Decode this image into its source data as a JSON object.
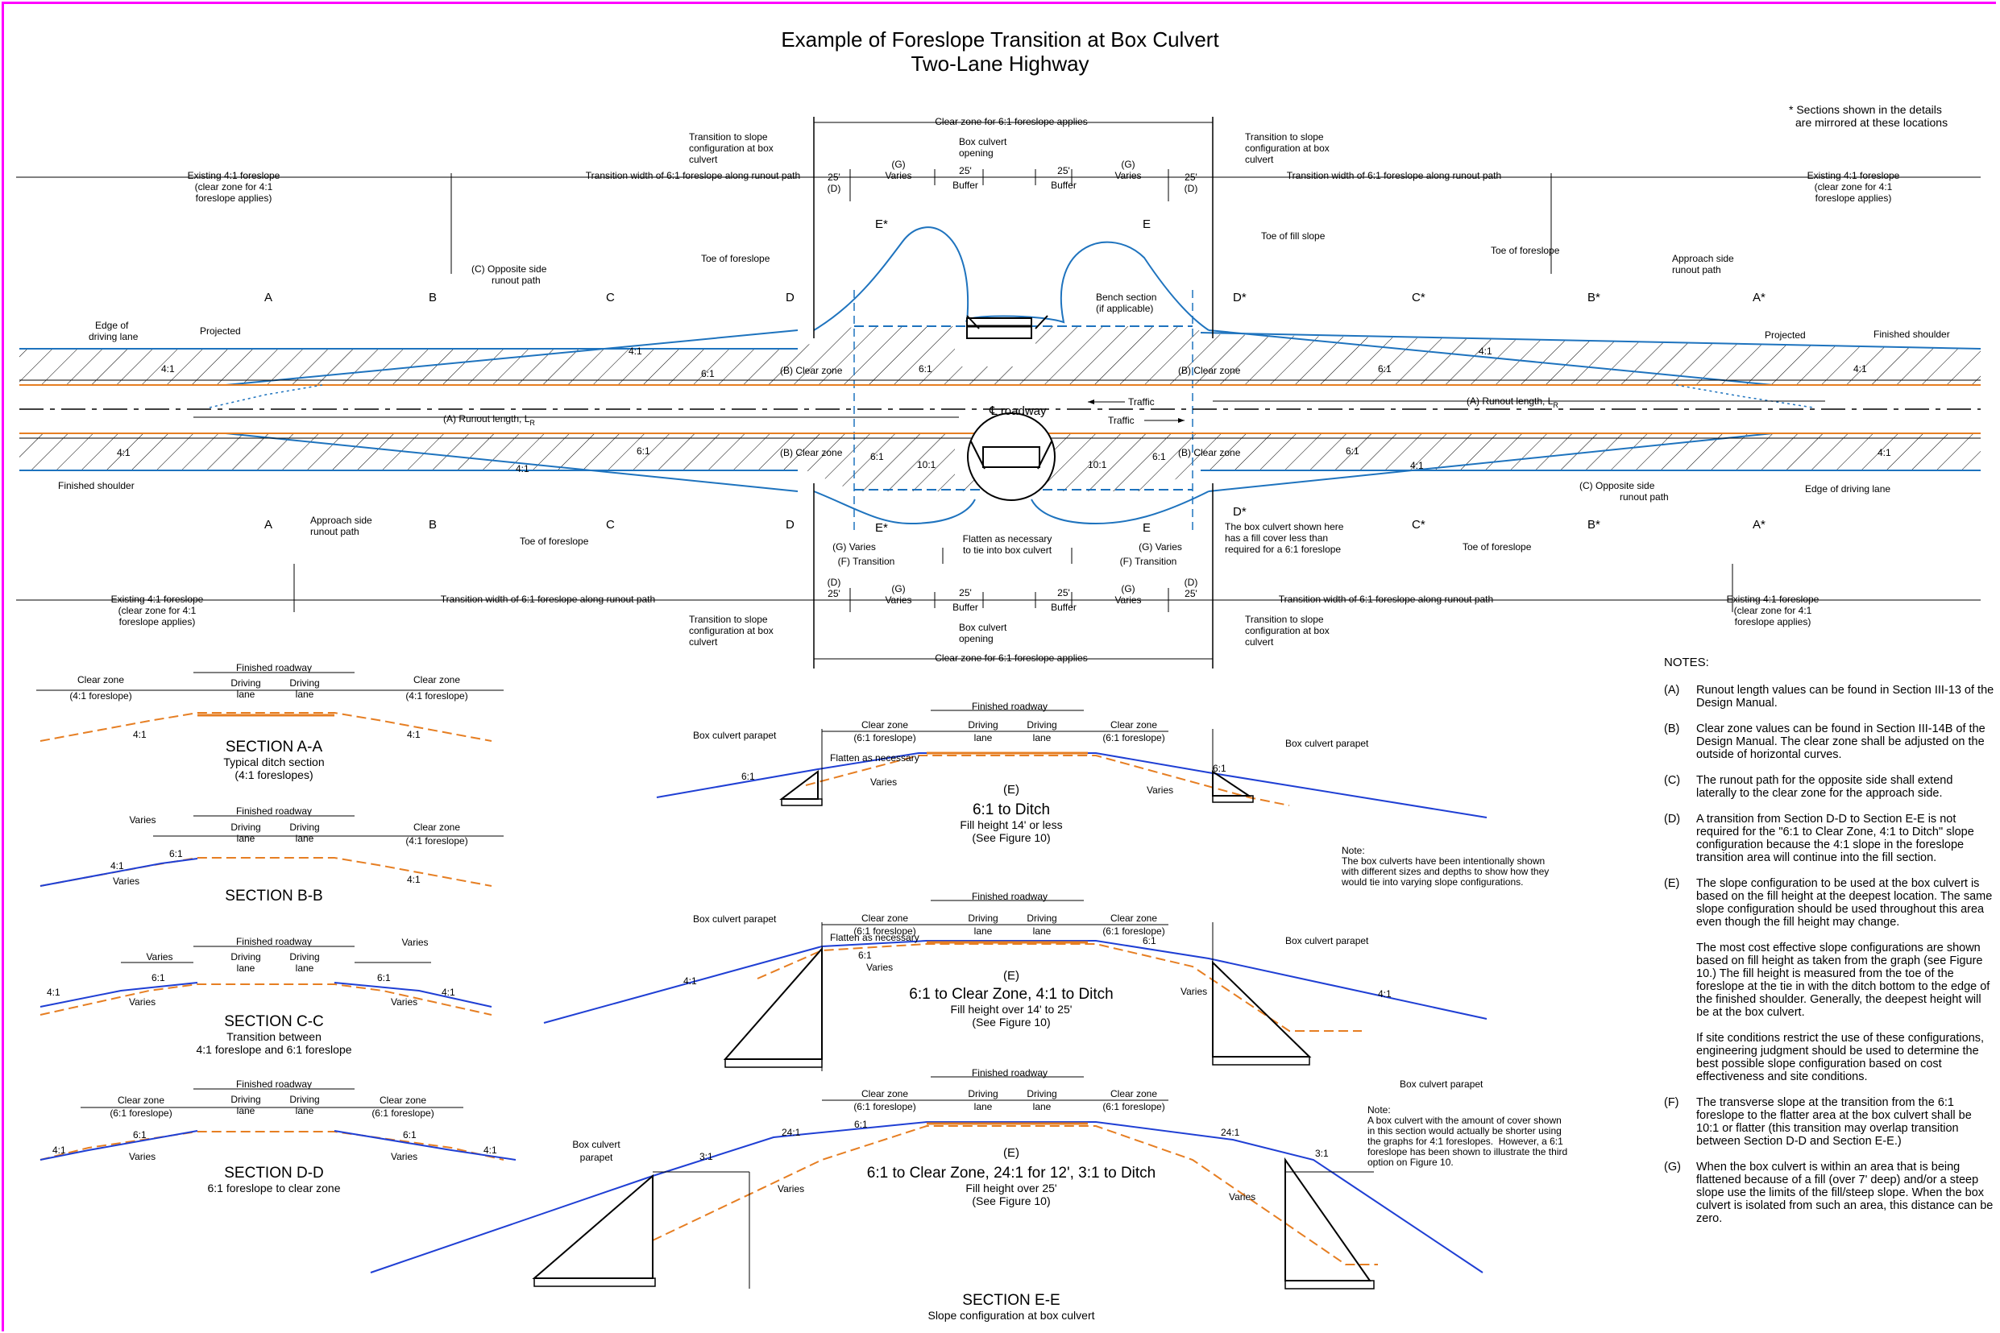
{
  "title": {
    "line1": "Example of Foreslope Transition at Box Culvert",
    "line2": "Two-Lane Highway"
  },
  "asterisk_note": {
    "line1": "* Sections shown in the details",
    "line2": "are mirrored at these locations"
  },
  "plan": {
    "clear_zone_61": "Clear zone for 6:1 foreslope applies",
    "transition_box": [
      "Transition to slope",
      "configuration at box",
      "culvert"
    ],
    "box_opening": [
      "Box culvert",
      "opening"
    ],
    "existing_41": [
      "Existing 4:1 foreslope",
      "(clear zone for 4:1",
      "foreslope applies)"
    ],
    "transition_width": "Transition width of 6:1 foreslope along runout path",
    "d25": "25'",
    "d_label": "(D)",
    "g_label": "(G)",
    "varies": "Varies",
    "buffer": "Buffer",
    "edge_of_driving_lane": [
      "Edge of",
      "driving lane"
    ],
    "edge_of_driving_lane_1": "Edge of driving lane",
    "projected": "Projected",
    "finished_shoulder": "Finished shoulder",
    "opposite_side": [
      "(C)  Opposite side",
      "runout path"
    ],
    "toe_of_foreslope": "Toe of foreslope",
    "toe_of_fill_slope": "Toe of fill slope",
    "bench_section": [
      "Bench section",
      "(if applicable)"
    ],
    "approach_side": [
      "Approach side",
      "runout path"
    ],
    "clear_zone_b": "(B) Clear zone",
    "runout_length": "(A) Runout length, L",
    "runout_sub": "R",
    "cl_roadway": "roadway",
    "traffic": "Traffic",
    "ratio_41": "4:1",
    "ratio_61": "6:1",
    "ratio_101": "10:1",
    "flatten": [
      "Flatten as necessary",
      "to tie into box culvert"
    ],
    "f_transition": "(F) Transition",
    "g_varies": "(G) Varies",
    "box_note": [
      "The box culvert shown here",
      "has a fill cover less than",
      "required for a 6:1 foreslope"
    ],
    "sec_markers": {
      "A": "A",
      "B": "B",
      "C": "C",
      "D": "D",
      "E": "E",
      "Estar": "E*",
      "Dstar": "D*",
      "Cstar": "C*",
      "Bstar": "B*",
      "Astar": "A*"
    }
  },
  "sections": {
    "clear_zone": "Clear zone",
    "cz_41": "(4:1 foreslope)",
    "cz_61": "(6:1 foreslope)",
    "finished_roadway": "Finished roadway",
    "driving": "Driving",
    "lane": "lane",
    "varies": "Varies",
    "aa": {
      "title": "SECTION A-A",
      "sub1": "Typical ditch section",
      "sub2": "(4:1 foreslopes)"
    },
    "bb": {
      "title": "SECTION B-B"
    },
    "cc": {
      "title": "SECTION C-C",
      "sub1": "Transition between",
      "sub2": "4:1 foreslope and 6:1 foreslope"
    },
    "dd": {
      "title": "SECTION D-D",
      "sub1": "6:1 foreslope to clear zone"
    },
    "e1": {
      "label": "(E)",
      "title": "6:1 to Ditch",
      "sub1": "Fill height 14' or less",
      "sub2": "(See Figure 10)"
    },
    "e2": {
      "label": "(E)",
      "title": "6:1 to Clear Zone, 4:1 to Ditch",
      "sub1": "Fill height over 14' to 25'",
      "sub2": "(See Figure 10)"
    },
    "e3": {
      "label": "(E)",
      "title": "6:1 to Clear Zone, 24:1 for 12', 3:1 to Ditch",
      "sub1": "Fill height over 25'",
      "sub2": "(See Figure 10)"
    },
    "ee": {
      "title": "SECTION E-E",
      "sub1": "Slope configuration at box culvert"
    },
    "parapet": "Box culvert parapet",
    "parapet2": [
      "Box culvert",
      "parapet"
    ],
    "flatten": "Flatten as necessary",
    "r31": "3:1",
    "r241": "24:1"
  },
  "mid_note": "Note:\nThe box culverts have been intentionally shown with different sizes and depths to show how they would tie into varying slope configurations.",
  "ee_note": "Note:\nA box culvert with the amount of cover shown in this section would actually be shorter using the graphs for 4:1 foreslopes.  However, a 6:1 foreslope has been shown to illustrate the third option on Figure 10.",
  "notes": {
    "header": "NOTES:",
    "items": [
      {
        "label": "(A)",
        "text": "Runout length values can be found in Section III-13 of the Design Manual."
      },
      {
        "label": "(B)",
        "text": "Clear zone values can be found in Section III-14B of the Design Manual.  The clear zone shall be adjusted on the outside of horizontal curves."
      },
      {
        "label": "(C)",
        "text": "The runout path for the opposite side shall extend laterally to the clear zone for the approach side."
      },
      {
        "label": "(D)",
        "text": "A transition from Section D-D to Section E-E is not required for the \"6:1 to Clear Zone, 4:1 to Ditch\" slope configuration because the 4:1 slope in the foreslope transition area will continue into the fill section."
      },
      {
        "label": "(E)",
        "text": "The slope configuration to be used at the box culvert is based on the fill height at the deepest location.  The same slope configuration should be used throughout this area even though the fill height may change."
      }
    ],
    "e_para1": "The most cost effective slope configurations are shown based on fill height as taken from the graph (see Figure 10.)  The fill height is measured from the toe of the foreslope at the tie in with the ditch bottom to the edge of the finished shoulder.  Generally, the deepest height will be at the box culvert.",
    "e_para2": "If site conditions restrict the use of these configurations, engineering judgment should be used to determine the best possible slope configuration based on cost effectiveness and site conditions.",
    "items2": [
      {
        "label": "(F)",
        "text": "The transverse slope at the transition from the 6:1 foreslope to the flatter area at the box culvert shall be 10:1 or flatter (this transition may overlap transition between Section D-D and Section E-E.)"
      },
      {
        "label": "(G)",
        "text": "When the box culvert is within an area that is being flattened because of a fill (over 7' deep) and/or a steep slope use the limits of the fill/steep slope. When the box culvert is isolated from such an area, this distance can be zero."
      }
    ]
  }
}
